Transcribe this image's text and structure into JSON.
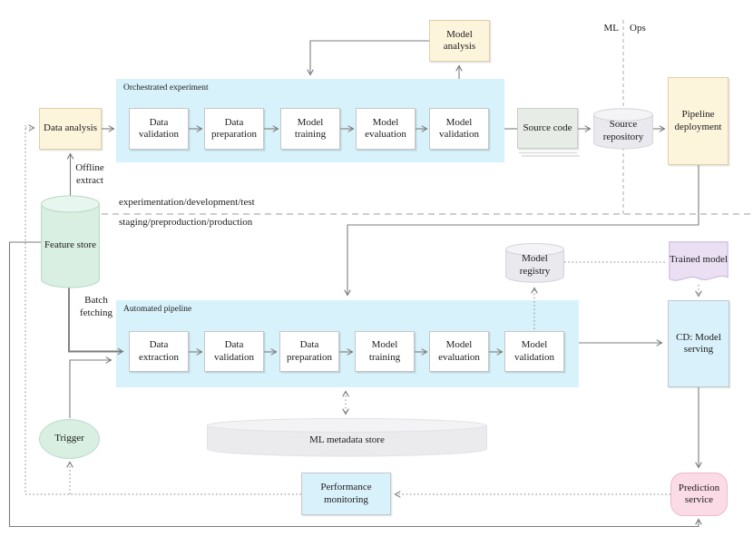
{
  "colors": {
    "container_blue": "#d7f2fb",
    "box_blue": "#d9f1fb",
    "yellow": "#fdf4dc",
    "green": "#d8efe2",
    "gray": "#e9e9ee",
    "purple": "#ebdff4",
    "pink": "#fbdbe6",
    "source_gray": "#e7ece7",
    "line": "#7c7c7c"
  },
  "divider": {
    "ml": "ML",
    "ops": "Ops",
    "env_top": "experimentation/development/test",
    "env_bottom": "staging/preproduction/production"
  },
  "orchestrated": {
    "label": "Orchestrated experiment",
    "steps": [
      "Data validation",
      "Data preparation",
      "Model training",
      "Model evaluation",
      "Model validation"
    ]
  },
  "automated": {
    "label": "Automated pipeline",
    "steps": [
      "Data extraction",
      "Data validation",
      "Data preparation",
      "Model training",
      "Model evaluation",
      "Model validation"
    ]
  },
  "nodes": {
    "data_analysis": "Data analysis",
    "model_analysis": "Model analysis",
    "source_code": "Source code",
    "source_repository": "Source repository",
    "pipeline_deployment": "Pipeline deployment",
    "feature_store": "Feature store",
    "model_registry": "Model registry",
    "trained_model": "Trained model",
    "cd_model_serving": "CD: Model serving",
    "ml_metadata_store": "ML metadata store",
    "trigger": "Trigger",
    "performance_monitoring": "Performance monitoring",
    "prediction_service": "Prediction service"
  },
  "edge_labels": {
    "offline_extract": "Offline extract",
    "batch_fetching": "Batch fetching"
  }
}
